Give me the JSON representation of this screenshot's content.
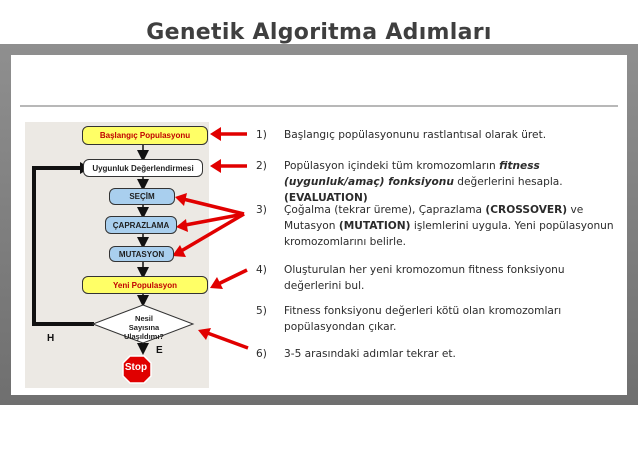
{
  "title": "Genetik Algoritma Adımları",
  "colors": {
    "arrow": "#e10000",
    "yellow_box": "#ffff66",
    "blue_box": "#a9cfee",
    "stop": "#e00000"
  },
  "flowchart": {
    "start": "Başlangıç Populasyonu",
    "fitness": "Uygunluk Değerlendirmesi",
    "selection": "SEÇİM",
    "crossover": "ÇAPRAZLAMA",
    "mutation": "MUTASYON",
    "new_population": "Yeni Populasyon",
    "decision": [
      "Nesil",
      "Sayısına",
      "Ulaşıldımı?"
    ],
    "no_label": "H",
    "yes_label": "E",
    "stop": "Stop"
  },
  "steps": [
    {
      "num": "1)",
      "parts": [
        "Başlangıç popülasyonunu rastlantısal olarak üret."
      ]
    },
    {
      "num": "2)",
      "parts": [
        "Popülasyon içindeki tüm kromozomların ",
        "fitness (uygunluk/amaç) fonksiyonu",
        " değerlerini hesapla. ",
        "(EVALUATION)"
      ]
    },
    {
      "num": "3)",
      "parts": [
        "Çoğalma (tekrar üreme), Çaprazlama ",
        "(CROSSOVER)",
        " ve Mutasyon ",
        "(MUTATION)",
        " işlemlerini uygula. Yeni popülasyonun kromozomlarını belirle."
      ]
    },
    {
      "num": "4)",
      "parts": [
        "Oluşturulan her yeni kromozomun fitness fonksiyonu değerlerini bul."
      ]
    },
    {
      "num": "5)",
      "parts": [
        "Fitness fonksiyonu değerleri kötü olan kromozomları popülasyondan çıkar."
      ]
    },
    {
      "num": "6)",
      "parts": [
        "3-5 arasındaki adımlar tekrar et."
      ]
    }
  ]
}
